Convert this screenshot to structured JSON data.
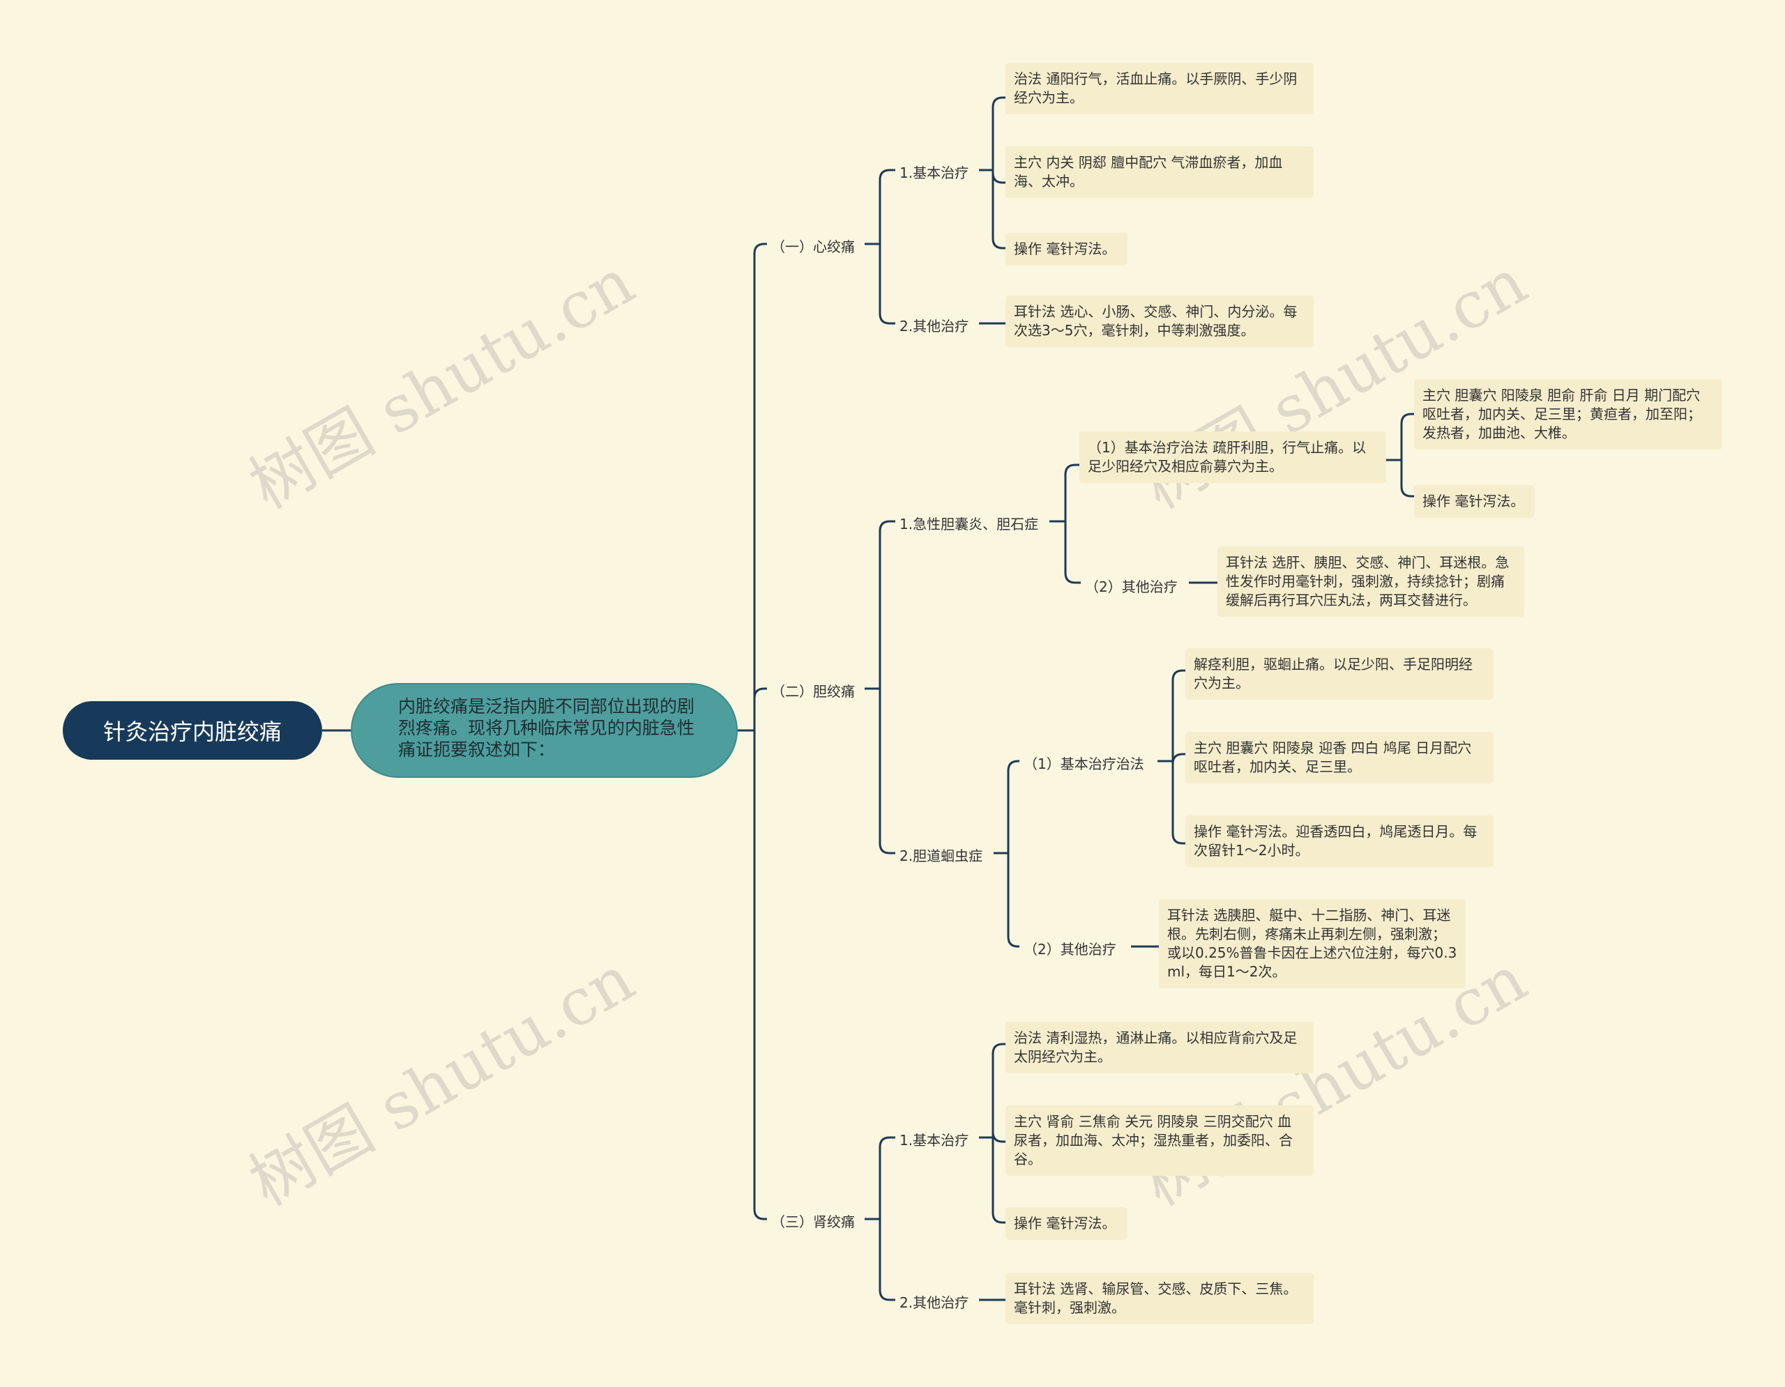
{
  "watermark": "树图 shutu.cn",
  "root": "针灸治疗内脏绞痛",
  "intro": "内脏绞痛是泛指内脏不同部位出现的剧烈疼痛。现将几种临床常见的内脏急性痛证扼要叙述如下：",
  "sections": [
    {
      "title": "（一）心绞痛",
      "children": [
        {
          "title": "1.基本治疗",
          "items": [
            "治法 通阳行气，活血止痛。以手厥阴、手少阴经穴为主。",
            "主穴 内关 阴郄 膻中配穴 气滞血瘀者，加血海、太冲。",
            "操作 毫针泻法。"
          ]
        },
        {
          "title": "2.其他治疗",
          "items": [
            "耳针法 选心、小肠、交感、神门、内分泌。每次选3～5穴，毫针刺，中等刺激强度。"
          ]
        }
      ]
    },
    {
      "title": "（二）胆绞痛",
      "children": [
        {
          "title": "1.急性胆囊炎、胆石症",
          "children": [
            {
              "title": "（1）基本治疗治法 疏肝利胆，行气止痛。以足少阳经穴及相应俞募穴为主。",
              "items": [
                "主穴 胆囊穴 阳陵泉 胆俞 肝俞 日月 期门配穴 呕吐者，加内关、足三里；黄疸者，加至阳；发热者，加曲池、大椎。",
                "操作 毫针泻法。"
              ]
            },
            {
              "title": "（2）其他治疗",
              "items": [
                "耳针法 选肝、胰胆、交感、神门、耳迷根。急性发作时用毫针刺，强刺激，持续捻针；剧痛缓解后再行耳穴压丸法，两耳交替进行。"
              ]
            }
          ]
        },
        {
          "title": "2.胆道蛔虫症",
          "children": [
            {
              "title": "（1）基本治疗治法",
              "items": [
                "解痉利胆，驱蛔止痛。以足少阳、手足阳明经穴为主。",
                "主穴 胆囊穴 阳陵泉 迎香 四白 鸠尾 日月配穴 呕吐者，加内关、足三里。",
                "操作 毫针泻法。迎香透四白，鸠尾透日月。每次留针1～2小时。"
              ]
            },
            {
              "title": "（2）其他治疗",
              "items": [
                "耳针法 选胰胆、艇中、十二指肠、神门、耳迷根。先刺右侧，疼痛未止再刺左侧，强刺激；或以0.25%普鲁卡因在上述穴位注射，每穴0.3ml，每日1～2次。"
              ]
            }
          ]
        }
      ]
    },
    {
      "title": "（三）肾绞痛",
      "children": [
        {
          "title": "1.基本治疗",
          "items": [
            "治法 清利湿热，通淋止痛。以相应背俞穴及足太阴经穴为主。",
            "主穴 肾俞 三焦俞 关元 阴陵泉 三阴交配穴 血尿者，加血海、太冲；湿热重者，加委阳、合谷。",
            "操作 毫针泻法。"
          ]
        },
        {
          "title": "2.其他治疗",
          "items": [
            "耳针法 选肾、输尿管、交感、皮质下、三焦。毫针刺，强刺激。"
          ]
        }
      ]
    }
  ]
}
